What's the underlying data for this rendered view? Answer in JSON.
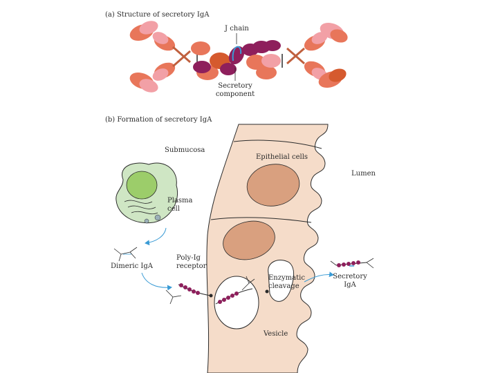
{
  "panel_a": {
    "title": "(a) Structure of secretory IgA",
    "labels": {
      "j_chain": "J chain",
      "secretory_component_line1": "Secretory",
      "secretory_component_line2": "component"
    }
  },
  "panel_b": {
    "title": "(b) Formation of secretory IgA",
    "labels": {
      "submucosa": "Submucosa",
      "epithelial_cells": "Epithelial cells",
      "lumen": "Lumen",
      "plasma_cell_line1": "Plasma",
      "plasma_cell_line2": "cell",
      "dimeric_iga": "Dimeric IgA",
      "poly_ig_receptor_line1": "Poly-Ig",
      "poly_ig_receptor_line2": "receptor",
      "enzymatic_cleavage_line1": "Enzymatic",
      "enzymatic_cleavage_line2": "cleavage",
      "secretory_iga_line1": "Secretory",
      "secretory_iga_line2": "IgA",
      "vesicle": "Vesicle"
    }
  },
  "colors": {
    "heavy_chain": "#e8765a",
    "light_chain": "#f2a0a6",
    "secretory_component": "#8e1f5c",
    "j_chain": "#3a9bd5",
    "epithelium_fill": "#f5dcc9",
    "nucleus_fill": "#d9a07f",
    "plasma_cell_fill": "#cfe6c4",
    "plasma_nucleus_fill": "#9ccd6a",
    "arrow": "#3a9bd5"
  }
}
